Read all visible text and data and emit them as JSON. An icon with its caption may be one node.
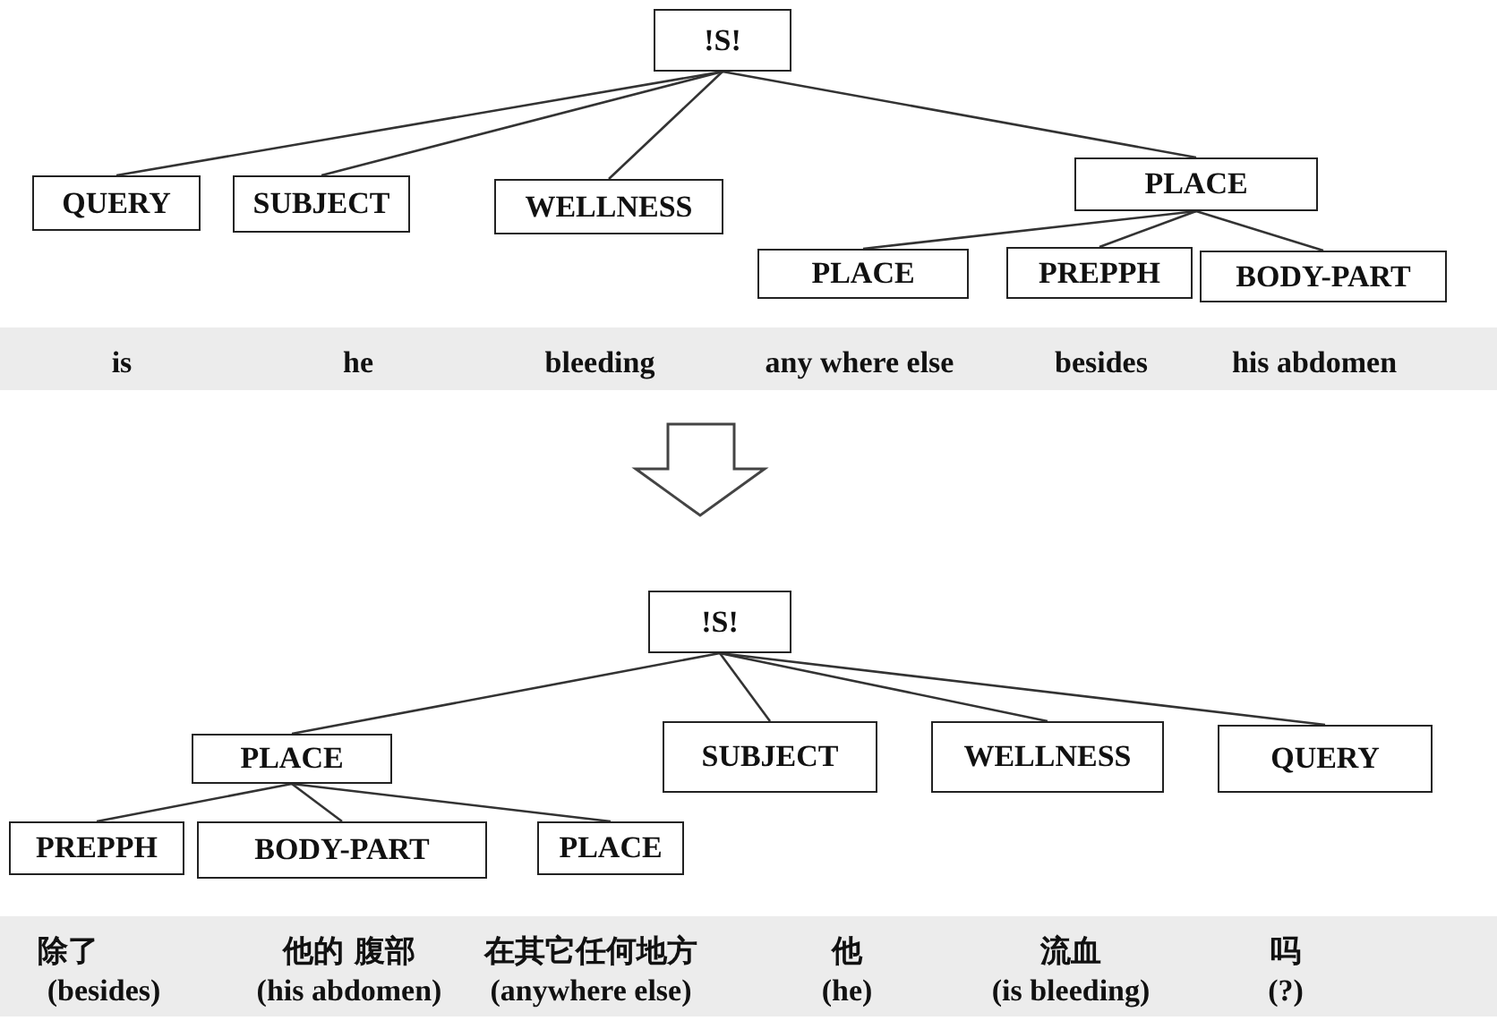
{
  "diagram": {
    "nodes": [
      {
        "text": [
          "!S!"
        ]
      },
      {
        "text": [
          "QUERY"
        ]
      },
      {
        "text": [
          "SUBJECT"
        ]
      },
      {
        "text": [
          "WELLNESS"
        ]
      },
      {
        "text": [
          "PLACE"
        ]
      },
      {
        "text": [
          "PLACE"
        ]
      },
      {
        "text": [
          "PREPPH"
        ]
      },
      {
        "text": [
          "BODY-PART"
        ]
      },
      {
        "text": [
          "!S!"
        ]
      },
      {
        "text": [
          "PLACE"
        ]
      },
      {
        "text": [
          "SUBJECT"
        ]
      },
      {
        "text": [
          "WELLNESS"
        ]
      },
      {
        "text": [
          "QUERY"
        ]
      },
      {
        "text": [
          "PREPPH"
        ]
      },
      {
        "text": [
          "BODY-PART"
        ]
      },
      {
        "text": [
          "PLACE"
        ]
      }
    ],
    "edges": [
      {
        "from": 0,
        "to": 1,
        "arrow": "none"
      },
      {
        "from": 0,
        "to": 2,
        "arrow": "none"
      },
      {
        "from": 0,
        "to": 3,
        "arrow": "none"
      },
      {
        "from": 0,
        "to": 4,
        "arrow": "none"
      },
      {
        "from": 4,
        "to": 5,
        "arrow": "none"
      },
      {
        "from": 4,
        "to": 6,
        "arrow": "none"
      },
      {
        "from": 4,
        "to": 7,
        "arrow": "none"
      },
      {
        "from": 8,
        "to": 9,
        "arrow": "none"
      },
      {
        "from": 8,
        "to": 10,
        "arrow": "none"
      },
      {
        "from": 8,
        "to": 11,
        "arrow": "none"
      },
      {
        "from": 8,
        "to": 12,
        "arrow": "none"
      },
      {
        "from": 9,
        "to": 13,
        "arrow": "none"
      },
      {
        "from": 9,
        "to": 14,
        "arrow": "none"
      },
      {
        "from": 9,
        "to": 15,
        "arrow": "none"
      }
    ],
    "labels": [
      "is",
      "he",
      "bleeding",
      "any where else",
      "besides",
      "his abdomen",
      "除了",
      "他的 腹部",
      "在其它任何地方",
      "他",
      "流血",
      "吗",
      "(besides)",
      "(his abdomen)",
      "(anywhere else)",
      "(he)",
      "(is bleeding)",
      "(?)"
    ]
  }
}
